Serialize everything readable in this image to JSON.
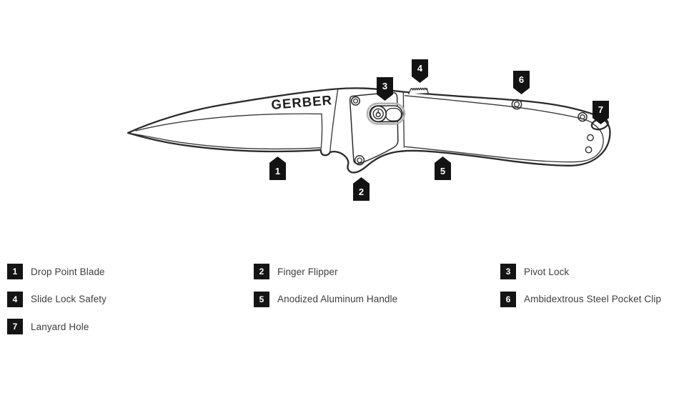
{
  "diagram": {
    "brand": "GERBER",
    "markers": [
      {
        "number": "1",
        "direction": "up"
      },
      {
        "number": "2",
        "direction": "up"
      },
      {
        "number": "3",
        "direction": "down"
      },
      {
        "number": "4",
        "direction": "down"
      },
      {
        "number": "5",
        "direction": "up"
      },
      {
        "number": "6",
        "direction": "down"
      },
      {
        "number": "7",
        "direction": "down"
      }
    ]
  },
  "legend": {
    "items": [
      {
        "number": "1",
        "label": "Drop Point Blade"
      },
      {
        "number": "2",
        "label": "Finger Flipper"
      },
      {
        "number": "3",
        "label": "Pivot Lock"
      },
      {
        "number": "4",
        "label": "Slide Lock Safety"
      },
      {
        "number": "5",
        "label": "Anodized Aluminum Handle"
      },
      {
        "number": "6",
        "label": "Ambidextrous Steel Pocket Clip"
      },
      {
        "number": "7",
        "label": "Lanyard Hole"
      }
    ]
  },
  "colors": {
    "marker_bg": "#131313",
    "line_art": "#2a2a2a",
    "label_text": "#3e3e3e",
    "slider_ring": "#b2b2b2"
  }
}
